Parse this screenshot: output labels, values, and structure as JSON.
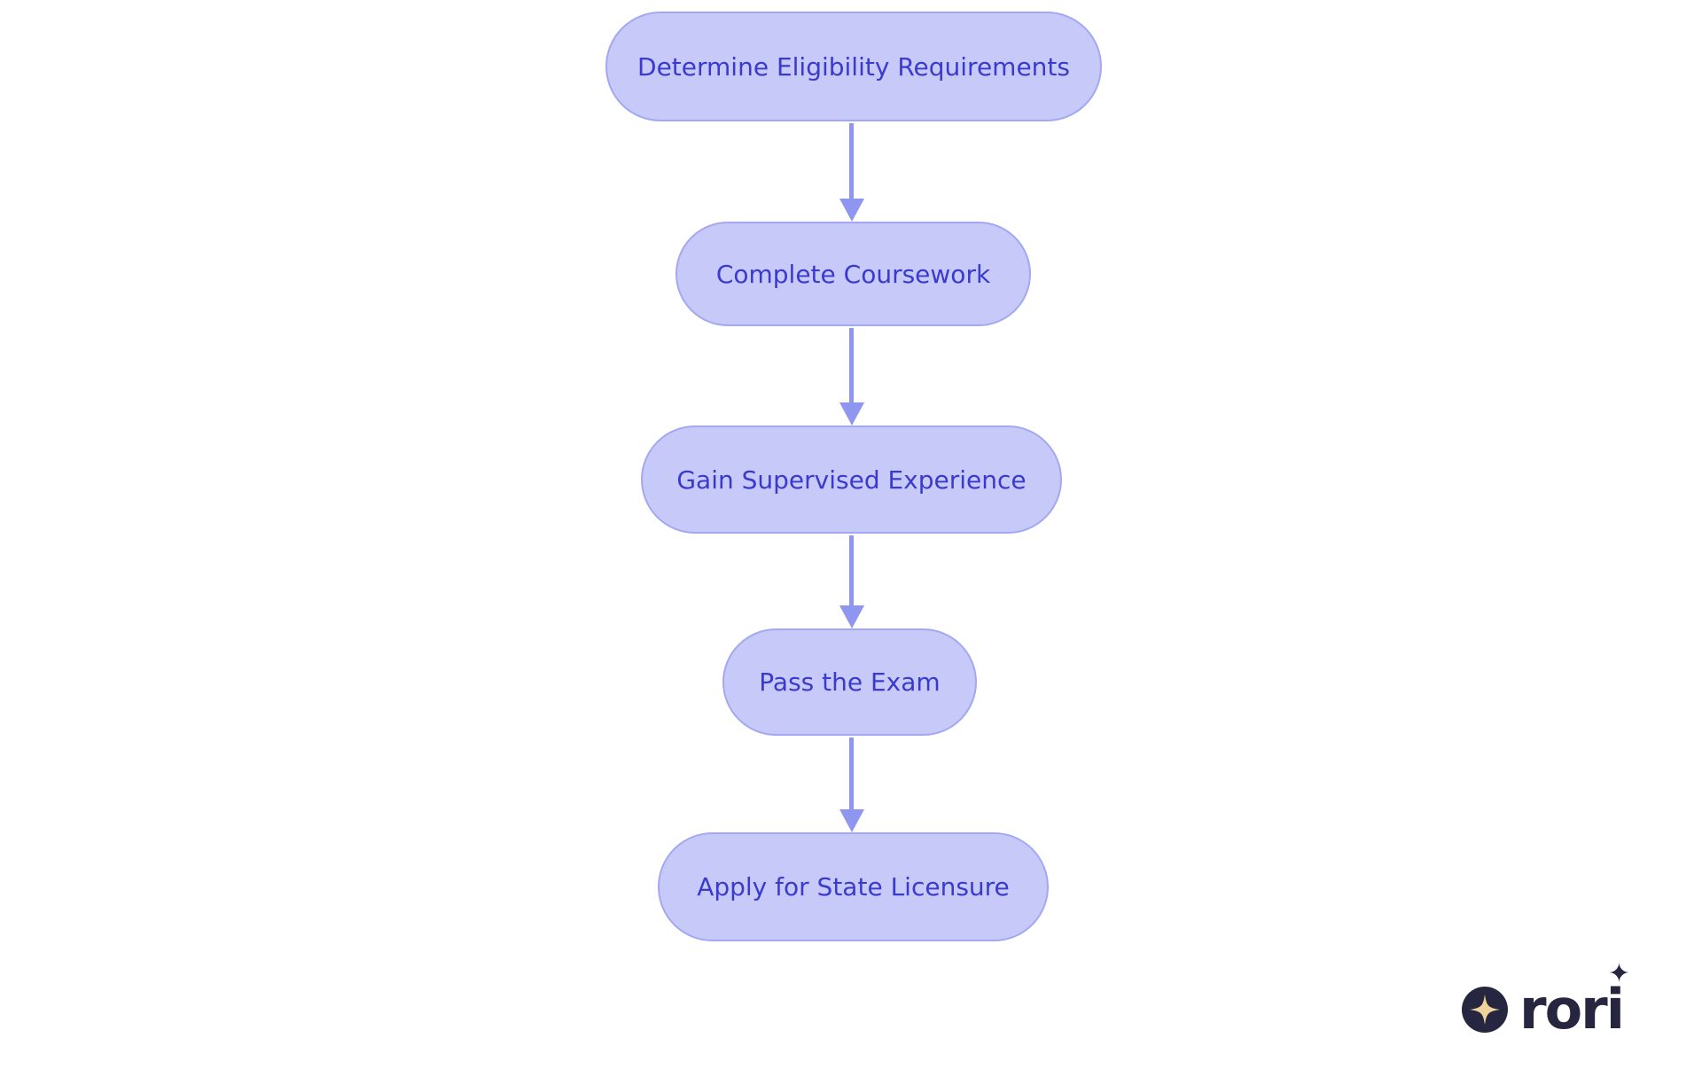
{
  "diagram": {
    "type": "flowchart",
    "direction": "top-down",
    "nodes": [
      {
        "id": "step-1",
        "label": "Determine Eligibility Requirements"
      },
      {
        "id": "step-2",
        "label": "Complete Coursework"
      },
      {
        "id": "step-3",
        "label": "Gain Supervised Experience"
      },
      {
        "id": "step-4",
        "label": "Pass the Exam"
      },
      {
        "id": "step-5",
        "label": "Apply for State Licensure"
      }
    ],
    "edges": [
      {
        "from": "step-1",
        "to": "step-2"
      },
      {
        "from": "step-2",
        "to": "step-3"
      },
      {
        "from": "step-3",
        "to": "step-4"
      },
      {
        "from": "step-4",
        "to": "step-5"
      }
    ],
    "colors": {
      "background": "#ffffff",
      "node_fill": "#c7c9f8",
      "node_border": "#a3a8f2",
      "node_text": "#3a3bce",
      "arrow": "#8f96f0"
    }
  },
  "logo": {
    "text": "rori",
    "colors": {
      "mark": "#262640",
      "sparkle_star": "#f0d29b"
    }
  }
}
